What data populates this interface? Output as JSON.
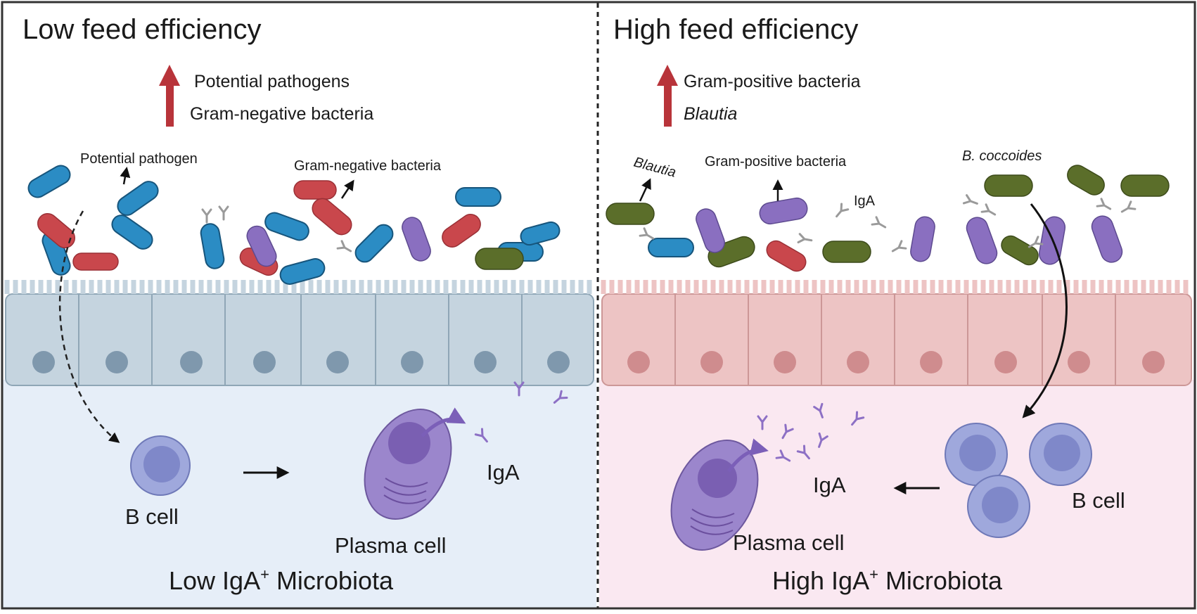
{
  "left_panel": {
    "title": "Low feed efficiency",
    "increase_item_1": "Potential pathogens",
    "increase_item_2": "Gram-negative bacteria",
    "label_pathogen": "Potential pathogen",
    "label_gram_negative": "Gram-negative bacteria",
    "label_b_cell": "B cell",
    "label_plasma_cell": "Plasma cell",
    "label_iga": "IgA",
    "bottom_title_prefix": "Low IgA",
    "bottom_title_sup": "+",
    "bottom_title_suffix": " Microbiota"
  },
  "right_panel": {
    "title": "High feed efficiency",
    "increase_item_1": "Gram-positive bacteria",
    "increase_item_2": "Blautia",
    "label_blautia": "Blautia",
    "label_gram_positive": "Gram-positive bacteria",
    "label_coccoides": "B. coccoides",
    "label_iga_small": "IgA",
    "label_iga": "IgA",
    "label_plasma_cell": "Plasma cell",
    "label_b_cell": "B cell",
    "bottom_title_prefix": "High IgA",
    "bottom_title_sup": "+",
    "bottom_title_suffix": " Microbiota"
  },
  "colors": {
    "left_epithelium": "#c5d4df",
    "left_lamina": "#e6eef8",
    "right_epithelium": "#edc4c4",
    "right_lamina": "#fae8f1",
    "up_arrow": "#b8343a",
    "gram_negative": "#c9474c",
    "pathogen": "#2b8cc4",
    "gram_positive": "#5b6e2a",
    "purple_bacteria": "#8a6fc0",
    "b_cell": "#9fa8dc",
    "plasma_cell": "#9b86cc"
  }
}
